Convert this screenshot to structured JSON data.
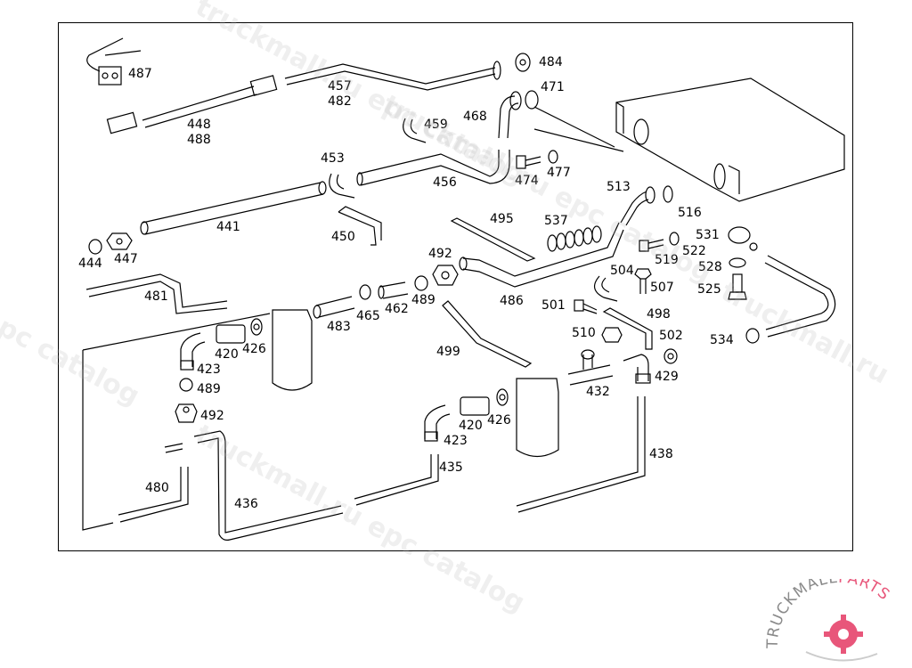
{
  "diagram": {
    "type": "exploded-parts-diagram",
    "subject": "heater / water valve pipe assembly",
    "callouts": [
      {
        "id": "487",
        "text": "487"
      },
      {
        "id": "457",
        "text": "457"
      },
      {
        "id": "482",
        "text": "482"
      },
      {
        "id": "484",
        "text": "484"
      },
      {
        "id": "471",
        "text": "471"
      },
      {
        "id": "448",
        "text": "448"
      },
      {
        "id": "488",
        "text": "488"
      },
      {
        "id": "468",
        "text": "468"
      },
      {
        "id": "459",
        "text": "459"
      },
      {
        "id": "453",
        "text": "453"
      },
      {
        "id": "456",
        "text": "456"
      },
      {
        "id": "474",
        "text": "474"
      },
      {
        "id": "477",
        "text": "477"
      },
      {
        "id": "513",
        "text": "513"
      },
      {
        "id": "516",
        "text": "516"
      },
      {
        "id": "441",
        "text": "441"
      },
      {
        "id": "450",
        "text": "450"
      },
      {
        "id": "495",
        "text": "495"
      },
      {
        "id": "537",
        "text": "537"
      },
      {
        "id": "531",
        "text": "531"
      },
      {
        "id": "522",
        "text": "522"
      },
      {
        "id": "519",
        "text": "519"
      },
      {
        "id": "528",
        "text": "528"
      },
      {
        "id": "444",
        "text": "444"
      },
      {
        "id": "447",
        "text": "447"
      },
      {
        "id": "492a",
        "text": "492"
      },
      {
        "id": "504",
        "text": "504"
      },
      {
        "id": "507",
        "text": "507"
      },
      {
        "id": "525",
        "text": "525"
      },
      {
        "id": "481",
        "text": "481"
      },
      {
        "id": "489a",
        "text": "489"
      },
      {
        "id": "465",
        "text": "465"
      },
      {
        "id": "462",
        "text": "462"
      },
      {
        "id": "486",
        "text": "486"
      },
      {
        "id": "501",
        "text": "501"
      },
      {
        "id": "498",
        "text": "498"
      },
      {
        "id": "483",
        "text": "483"
      },
      {
        "id": "420a",
        "text": "420"
      },
      {
        "id": "426a",
        "text": "426"
      },
      {
        "id": "510",
        "text": "510"
      },
      {
        "id": "502",
        "text": "502"
      },
      {
        "id": "534",
        "text": "534"
      },
      {
        "id": "423a",
        "text": "423"
      },
      {
        "id": "499",
        "text": "499"
      },
      {
        "id": "489b",
        "text": "489"
      },
      {
        "id": "429",
        "text": "429"
      },
      {
        "id": "432",
        "text": "432"
      },
      {
        "id": "492b",
        "text": "492"
      },
      {
        "id": "420b",
        "text": "420"
      },
      {
        "id": "426b",
        "text": "426"
      },
      {
        "id": "423b",
        "text": "423"
      },
      {
        "id": "435",
        "text": "435"
      },
      {
        "id": "438",
        "text": "438"
      },
      {
        "id": "480",
        "text": "480"
      },
      {
        "id": "436",
        "text": "436"
      }
    ]
  },
  "watermarks": [
    "truckmall.ru epc catalog",
    "truckmall.ru epc catalog",
    "truckmall.ru epc catalog",
    "epc catalog",
    "truckmall.ru"
  ],
  "logo": {
    "text_primary": "TRUCKMALL",
    "text_accent": "PARTS",
    "accent_color": "#e8567a",
    "primary_color": "#8a8a8a"
  }
}
